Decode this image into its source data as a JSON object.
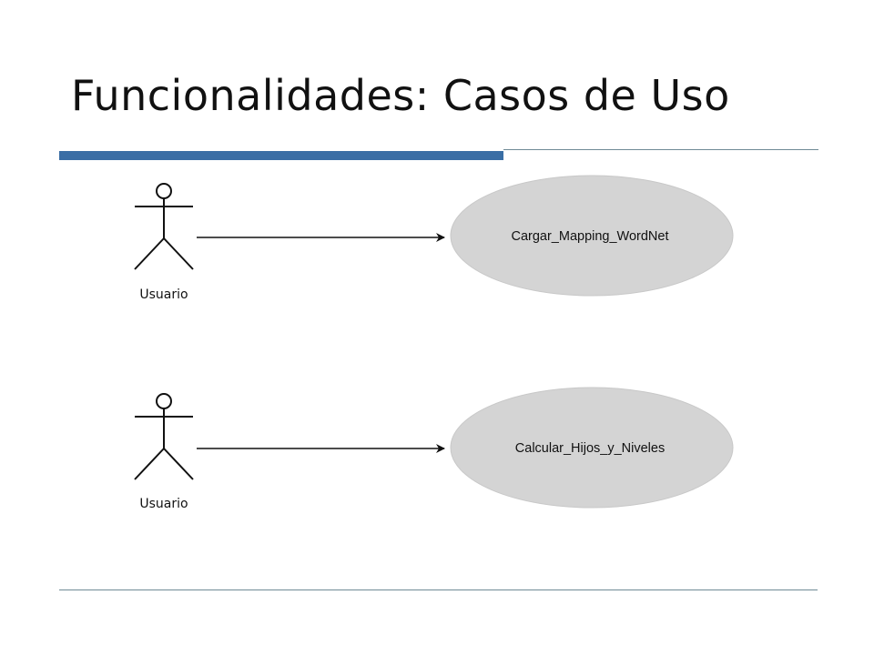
{
  "slide": {
    "title": "Funcionalidades: Casos de Uso",
    "accent_color": "#3a6ea5",
    "rule_color": "#6f8a96"
  },
  "diagram": {
    "rows": [
      {
        "actor": {
          "label": "Usuario"
        },
        "use_case": {
          "label": "Cargar_Mapping_WordNet"
        }
      },
      {
        "actor": {
          "label": "Usuario"
        },
        "use_case": {
          "label": "Calcular_Hijos_y_Niveles"
        }
      }
    ],
    "use_case_fill": "#d4d4d4"
  }
}
